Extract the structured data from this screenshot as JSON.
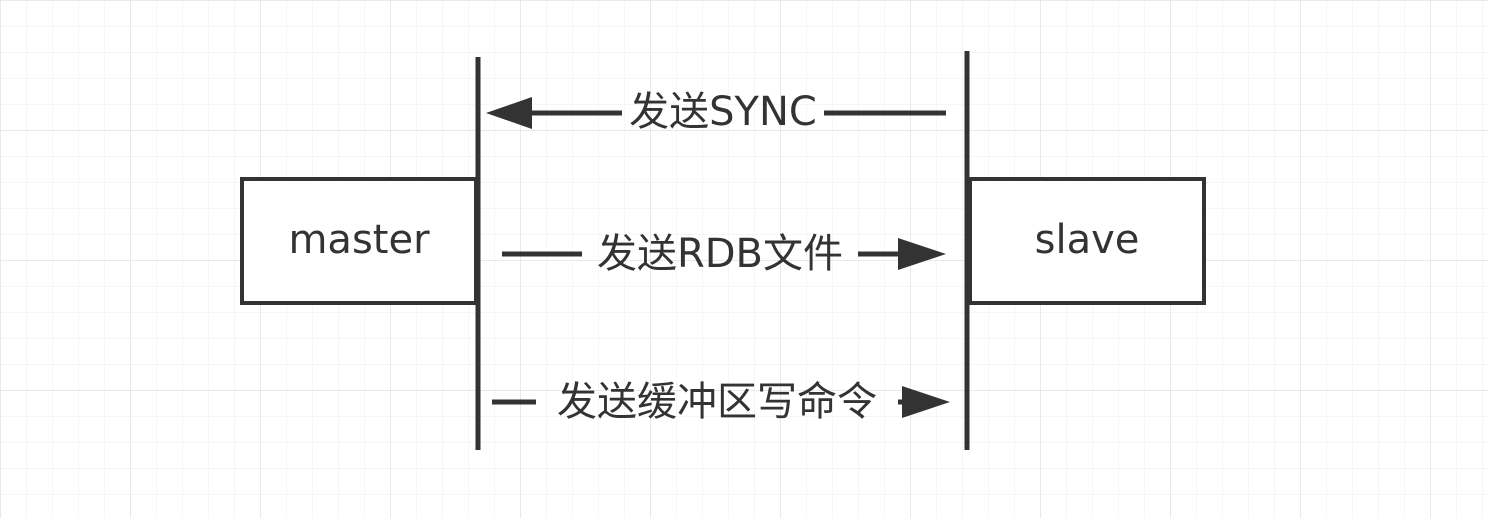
{
  "nodes": {
    "master": {
      "label": "master"
    },
    "slave": {
      "label": "slave"
    }
  },
  "messages": [
    {
      "label": "发送SYNC",
      "from": "slave",
      "to": "master"
    },
    {
      "label": "发送RDB文件",
      "from": "master",
      "to": "slave"
    },
    {
      "label": "发送缓冲区写命令",
      "from": "master",
      "to": "slave"
    }
  ],
  "colors": {
    "stroke": "#333333",
    "grid_minor": "#eeeeee",
    "grid_major": "#e4e4e4",
    "background": "#ffffff"
  }
}
